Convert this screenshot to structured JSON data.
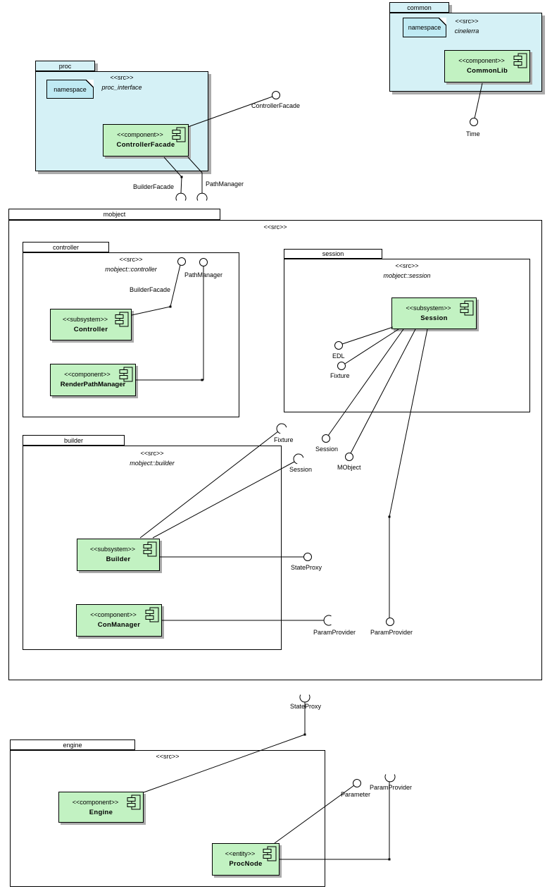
{
  "colors": {
    "package-fill": "#d5f1f6",
    "note-fill": "#bfeaf3",
    "component-fill": "#c2f2c2",
    "shadow": "#aaaaaa",
    "line": "#000000"
  },
  "packages": {
    "common": {
      "name": "common",
      "stereotype": "<<src>>",
      "namespace": "cinelerra",
      "note_label": "namespace"
    },
    "proc": {
      "name": "proc",
      "stereotype": "<<src>>",
      "namespace": "proc_interface",
      "note_label": "namespace"
    },
    "mobject": {
      "name": "mobject",
      "stereotype": "<<src>>"
    },
    "controller": {
      "name": "controller",
      "stereotype": "<<src>>",
      "qualified": "mobject::controller"
    },
    "session": {
      "name": "session",
      "stereotype": "<<src>>",
      "qualified": "mobject::session"
    },
    "builder": {
      "name": "builder",
      "stereotype": "<<src>>",
      "qualified": "mobject::builder"
    },
    "engine": {
      "name": "engine",
      "stereotype": "<<src>>"
    }
  },
  "components": {
    "commonlib": {
      "stereotype": "<<component>>",
      "name": "CommonLib"
    },
    "controllerfacade": {
      "stereotype": "<<component>>",
      "name": "ControllerFacade"
    },
    "controller": {
      "stereotype": "<<subsystem>>",
      "name": "Controller"
    },
    "renderpathmanager": {
      "stereotype": "<<component>>",
      "name": "RenderPathManager"
    },
    "session": {
      "stereotype": "<<subsystem>>",
      "name": "Session"
    },
    "builder": {
      "stereotype": "<<subsystem>>",
      "name": "Builder"
    },
    "conmanager": {
      "stereotype": "<<component>>",
      "name": "ConManager"
    },
    "engine": {
      "stereotype": "<<component>>",
      "name": "Engine"
    },
    "procnode": {
      "stereotype": "<<entity>>",
      "name": "ProcNode"
    }
  },
  "interfaces": {
    "time": {
      "label": "Time",
      "kind": "ball"
    },
    "controllerfacade_ball": {
      "label": "ControllerFacade",
      "kind": "ball"
    },
    "builderfacade_socket": {
      "label": "BuilderFacade",
      "kind": "socket"
    },
    "pathmanager_socket": {
      "label": "PathManager",
      "kind": "socket"
    },
    "builderfacade_ball": {
      "label": "BuilderFacade",
      "kind": "ball"
    },
    "pathmanager_ball": {
      "label": "PathManager",
      "kind": "ball"
    },
    "edl_ball": {
      "label": "EDL",
      "kind": "ball"
    },
    "fixture_ball": {
      "label": "Fixture",
      "kind": "ball"
    },
    "fixture_socket": {
      "label": "Fixture",
      "kind": "socket"
    },
    "session_ball": {
      "label": "Session",
      "kind": "ball"
    },
    "session_socket": {
      "label": "Session",
      "kind": "socket"
    },
    "mobject_ball": {
      "label": "MObject",
      "kind": "ball"
    },
    "stateproxy_ball": {
      "label": "StateProxy",
      "kind": "ball"
    },
    "paramprovider_socket_builder": {
      "label": "ParamProvider",
      "kind": "socket"
    },
    "paramprovider_ball": {
      "label": "ParamProvider",
      "kind": "ball"
    },
    "stateproxy_socket": {
      "label": "StateProxy",
      "kind": "socket"
    },
    "parameter_ball": {
      "label": "Parameter",
      "kind": "ball"
    },
    "paramprovider_socket_engine": {
      "label": "ParamProvider",
      "kind": "socket"
    }
  }
}
